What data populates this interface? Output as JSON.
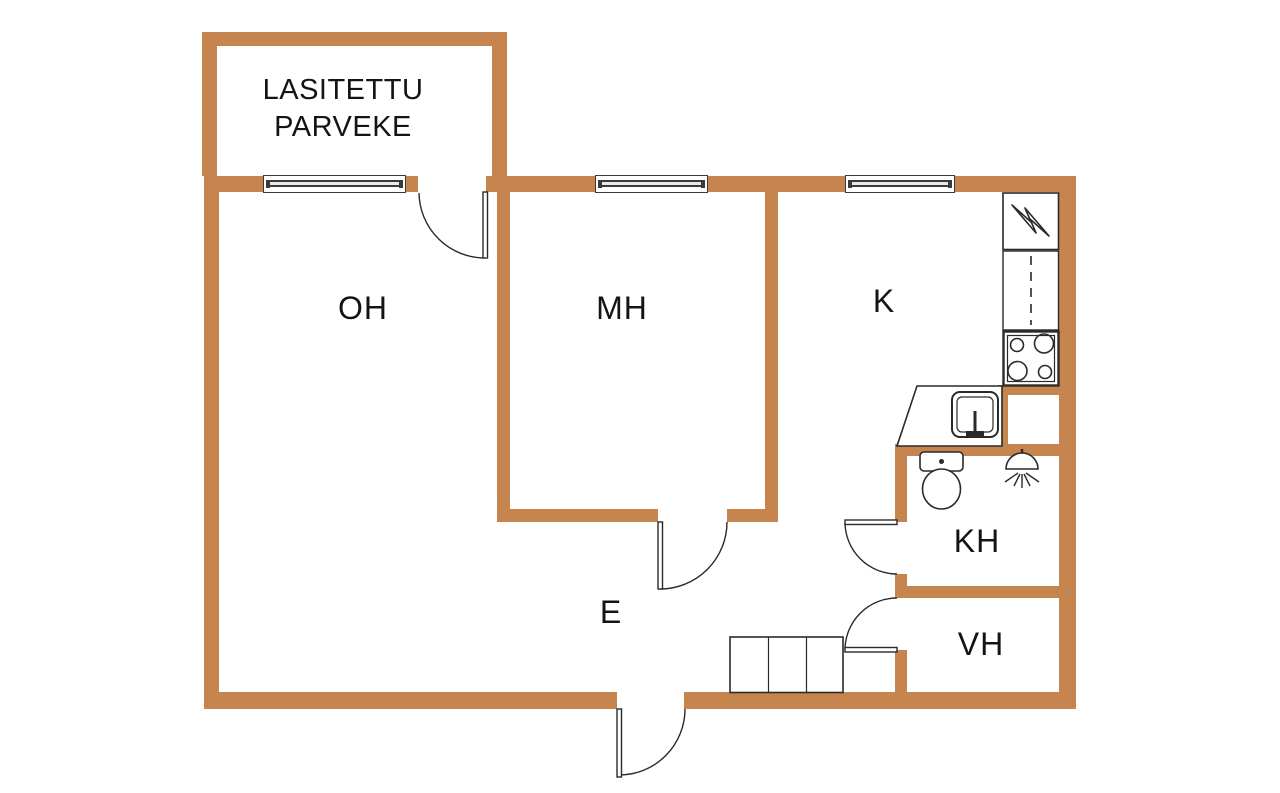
{
  "plan": {
    "type": "apartment-floor-plan",
    "balcony": {
      "label_line1": "LASITETTU",
      "label_line2": "PARVEKE"
    },
    "rooms": {
      "living": "OH",
      "bedroom": "MH",
      "kitchen": "K",
      "hall": "E",
      "bathroom": "KH",
      "closet": "VH"
    },
    "colors": {
      "wall": "#C6854F",
      "line": "#2A2A2A",
      "background": "#FFFFFF"
    },
    "icons": [
      "fridge-lightning-icon",
      "kitchen-counter-icon",
      "stove-icon",
      "sink-icon",
      "toilet-icon",
      "shower-icon",
      "wardrobe-icon",
      "window-icon",
      "door-arc-icon"
    ],
    "counts": {
      "windows": 3,
      "doors": 5,
      "wardrobe_sections": 3
    }
  }
}
